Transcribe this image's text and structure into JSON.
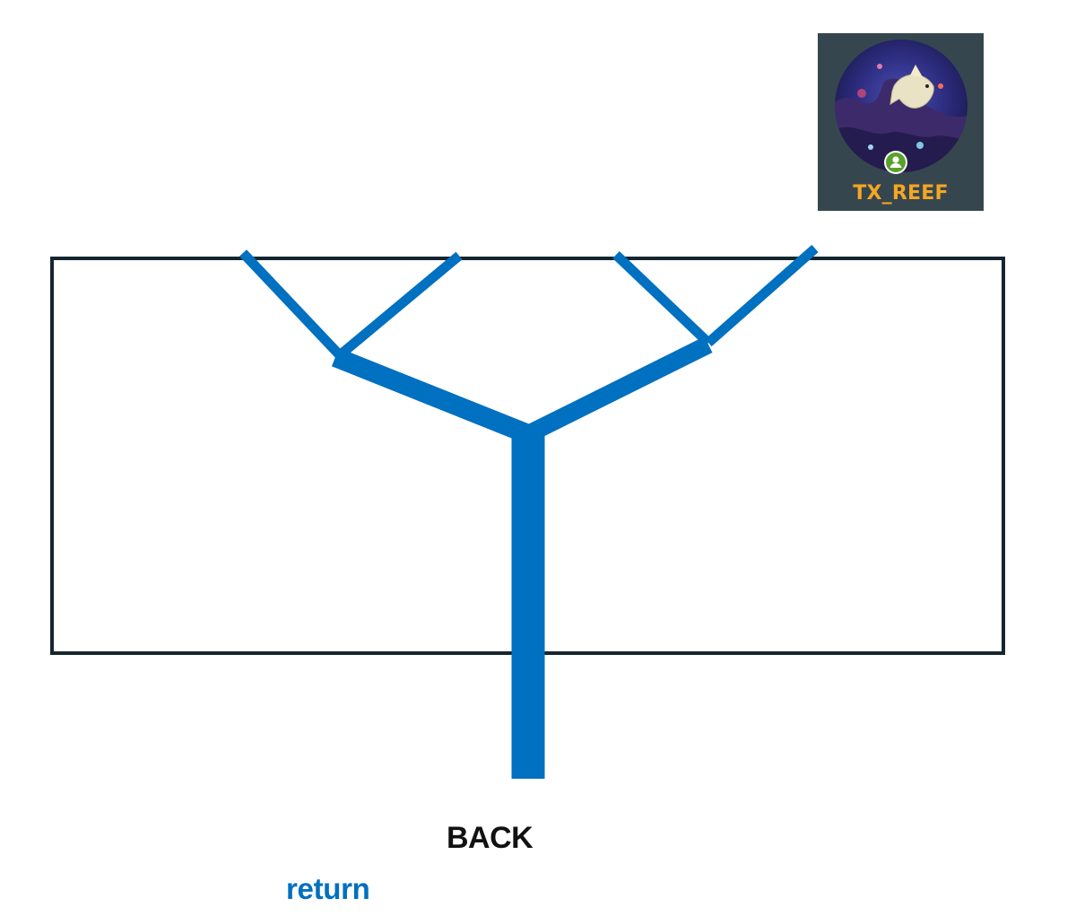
{
  "user": {
    "username": "TX_REEF",
    "badge_bg": "#36464e",
    "username_color": "#f5a623",
    "status_color": "#5aa02c",
    "status_icon": "user-icon"
  },
  "diagram": {
    "line_color": "#0070c0",
    "frame_color": "#15262f"
  },
  "nav": {
    "back_label": "BACK",
    "return_label": "return",
    "return_color": "#0070c0"
  }
}
